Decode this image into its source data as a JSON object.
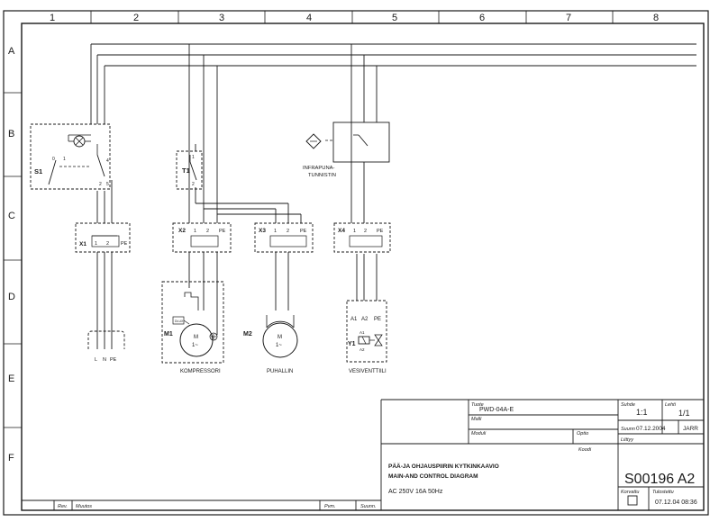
{
  "frame": {
    "columns": [
      "1",
      "2",
      "3",
      "4",
      "5",
      "6",
      "7",
      "8"
    ],
    "rows": [
      "A",
      "B",
      "C",
      "D",
      "E",
      "F"
    ]
  },
  "components": {
    "s1": "S1",
    "t1": "T1",
    "infrared_line1": "INFRAPUNA-",
    "infrared_line2": "TUNNISTIN",
    "m1": "M1",
    "m2": "M2",
    "y1": "Y1",
    "motor_m": "M",
    "motor_phase": "1~",
    "kompressori": "KOMPRESSORI",
    "puhallin": "PUHALLIN",
    "vesiventtiili": "VESIVENTTIILI",
    "a1": "A1",
    "a2": "A2",
    "pe": "PE",
    "l": "L",
    "n": "N"
  },
  "terminals": [
    {
      "id": "X1",
      "pins": [
        "1",
        "2",
        "PE"
      ]
    },
    {
      "id": "X2",
      "pins": [
        "1",
        "2",
        "PE"
      ]
    },
    {
      "id": "X3",
      "pins": [
        "1",
        "2",
        "PE"
      ]
    },
    {
      "id": "X4",
      "pins": [
        "1",
        "2",
        "PE"
      ]
    }
  ],
  "title_block": {
    "tuote_label": "Tuote",
    "tuote_value": "PWD-04A-E",
    "malli_label": "Malli",
    "moduli_label": "Moduli",
    "optio_label": "Optio",
    "koodi_label": "Koodi",
    "suhde_label": "Suhde",
    "suhde_value": "1:1",
    "lehti_label": "Lehti",
    "lehti_value": "1/1",
    "suunn_label": "Suunn",
    "suunn_date": "07.12.2004",
    "suunn_by": "JARR",
    "liittyy_label": "Liittyy",
    "title_fi": "PÄÄ-JA OHJAUSPIIRIN KYTKINKAAVIO",
    "title_en": "MAIN-AND CONTROL DIAGRAM",
    "supply": "AC 250V 16A 50Hz",
    "drawing_number": "S00196 A2",
    "korvattu_label": "Korvattu",
    "tulostettu_label": "Tulostettu",
    "tulostettu_value": "07.12.04  08:36",
    "rev_label": "Rev.",
    "muutos_label": "Muutos",
    "pvm_label": "Pvm.",
    "suunn2_label": "Suunn."
  }
}
